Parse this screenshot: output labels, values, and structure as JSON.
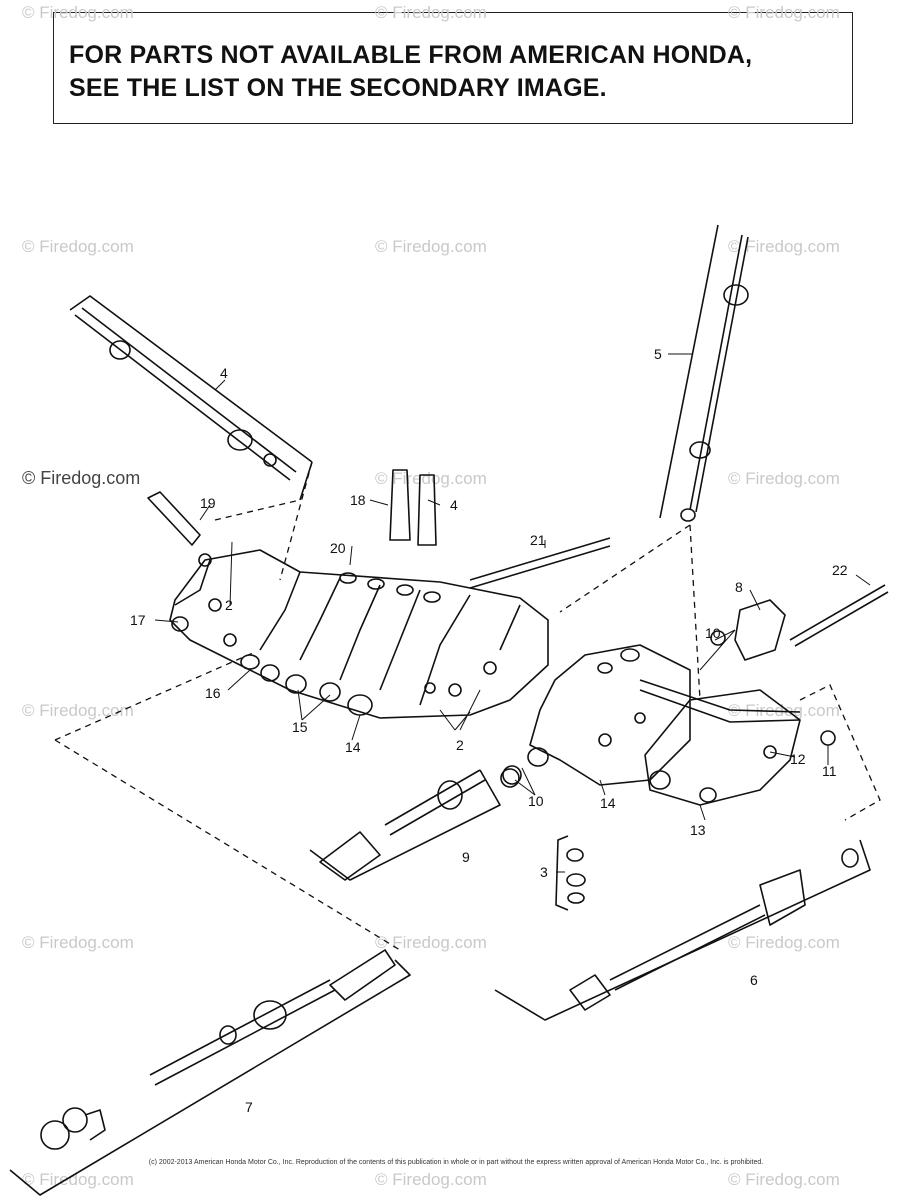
{
  "notice": {
    "line1": "FOR PARTS NOT AVAILABLE FROM AMERICAN HONDA,",
    "line2": "SEE THE LIST ON THE SECONDARY IMAGE."
  },
  "watermark": "© Firedog.com",
  "copyright": "(c) 2002-2013 American Honda Motor Co., Inc. Reproduction of the contents of this publication in whole or in part without the express written approval of American Honda Motor Co., Inc. is prohibited.",
  "callouts": [
    "2",
    "2",
    "3",
    "4",
    "4",
    "5",
    "6",
    "7",
    "8",
    "9",
    "10",
    "10",
    "11",
    "12",
    "13",
    "14",
    "14",
    "15",
    "16",
    "17",
    "18",
    "19",
    "20",
    "21",
    "22"
  ]
}
